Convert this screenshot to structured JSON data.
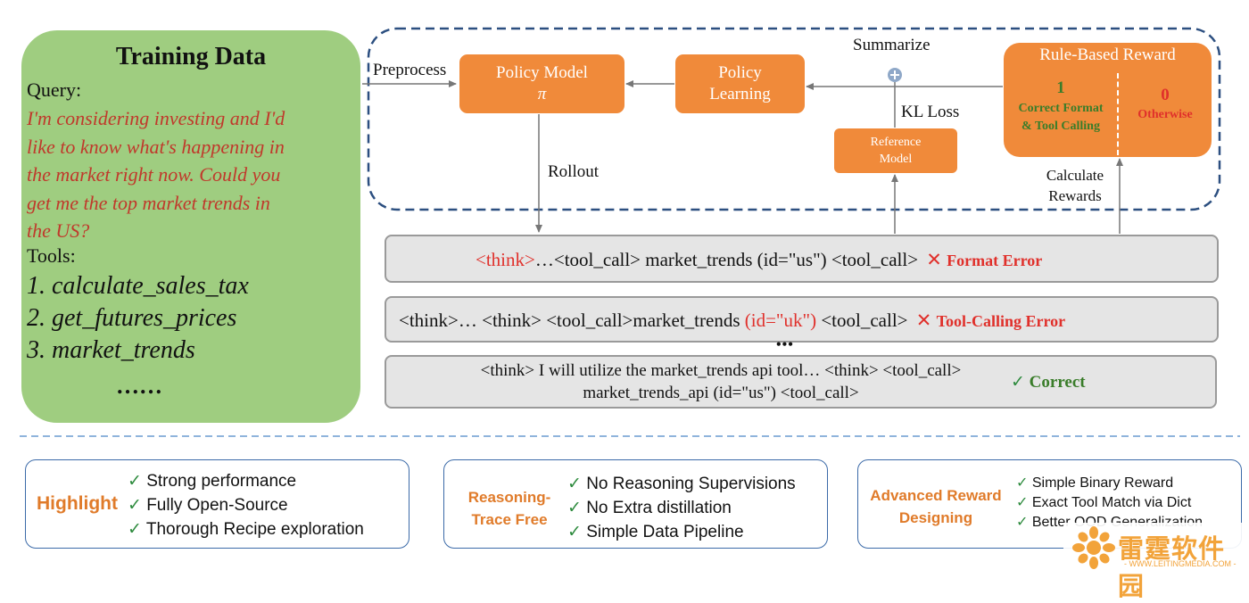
{
  "training": {
    "title": "Training Data",
    "query_label": "Query:",
    "query_lines": [
      "I'm considering investing and I'd",
      "like to know what's happening in",
      "the market right now. Could you",
      "get me the top market trends in",
      "the US?"
    ],
    "tools_label": "Tools:",
    "tools": [
      "1. calculate_sales_tax",
      "2. get_futures_prices",
      "3. market_trends"
    ],
    "more": "……"
  },
  "flow": {
    "preprocess": "Preprocess",
    "policy_model": "Policy Model",
    "policy_symbol": "π",
    "policy_learning_1": "Policy",
    "policy_learning_2": "Learning",
    "summarize": "Summarize",
    "kl_loss": "KL Loss",
    "reference_model_1": "Reference",
    "reference_model_2": "Model",
    "reward_title": "Rule-Based Reward",
    "reward_one": "1",
    "reward_one_label_1": "Correct Format",
    "reward_one_label_2": "& Tool Calling",
    "reward_zero": "0",
    "reward_zero_label": "Otherwise",
    "rollout": "Rollout",
    "calculate_1": "Calculate",
    "calculate_2": "Rewards"
  },
  "rollouts": [
    {
      "part1": "<think>",
      "part2": "…<tool_call> market_trends (id=\"us\") <tool_call>",
      "verdict": "Format Error"
    },
    {
      "part1": "<think>… <think> <tool_call>market_trends ",
      "part2": "(id=\"uk\")",
      "part3": " <tool_call>",
      "verdict": "Tool-Calling Error"
    },
    {
      "line1": "<think> I will utilize the market_trends api tool… <think> <tool_call>",
      "line2": "market_trends_api (id=\"us\") <tool_call>",
      "verdict": "Correct"
    }
  ],
  "ellipsis": "•••",
  "panels": [
    {
      "title": "Highlight",
      "items": [
        "Strong performance",
        "Fully Open-Source",
        "Thorough Recipe exploration"
      ]
    },
    {
      "title_1": "Reasoning-",
      "title_2": "Trace Free",
      "items": [
        "No Reasoning Supervisions",
        "No Extra distillation",
        "Simple Data Pipeline"
      ]
    },
    {
      "title_1": "Advanced Reward",
      "title_2": "Designing",
      "items": [
        "Simple Binary Reward",
        "Exact Tool Match via Dict",
        "Better OOD Generalization"
      ]
    }
  ],
  "watermark": {
    "text": "雷霆软件园",
    "url": "- WWW.LEITINGMEDIA.COM -"
  },
  "colors": {
    "orange": "#f08a3a",
    "green_panel": "#9fcd80",
    "red": "#e0302b",
    "check_green": "#2e8b3e",
    "query_red": "#c0392b",
    "dashed_blue": "#2c4f80"
  }
}
